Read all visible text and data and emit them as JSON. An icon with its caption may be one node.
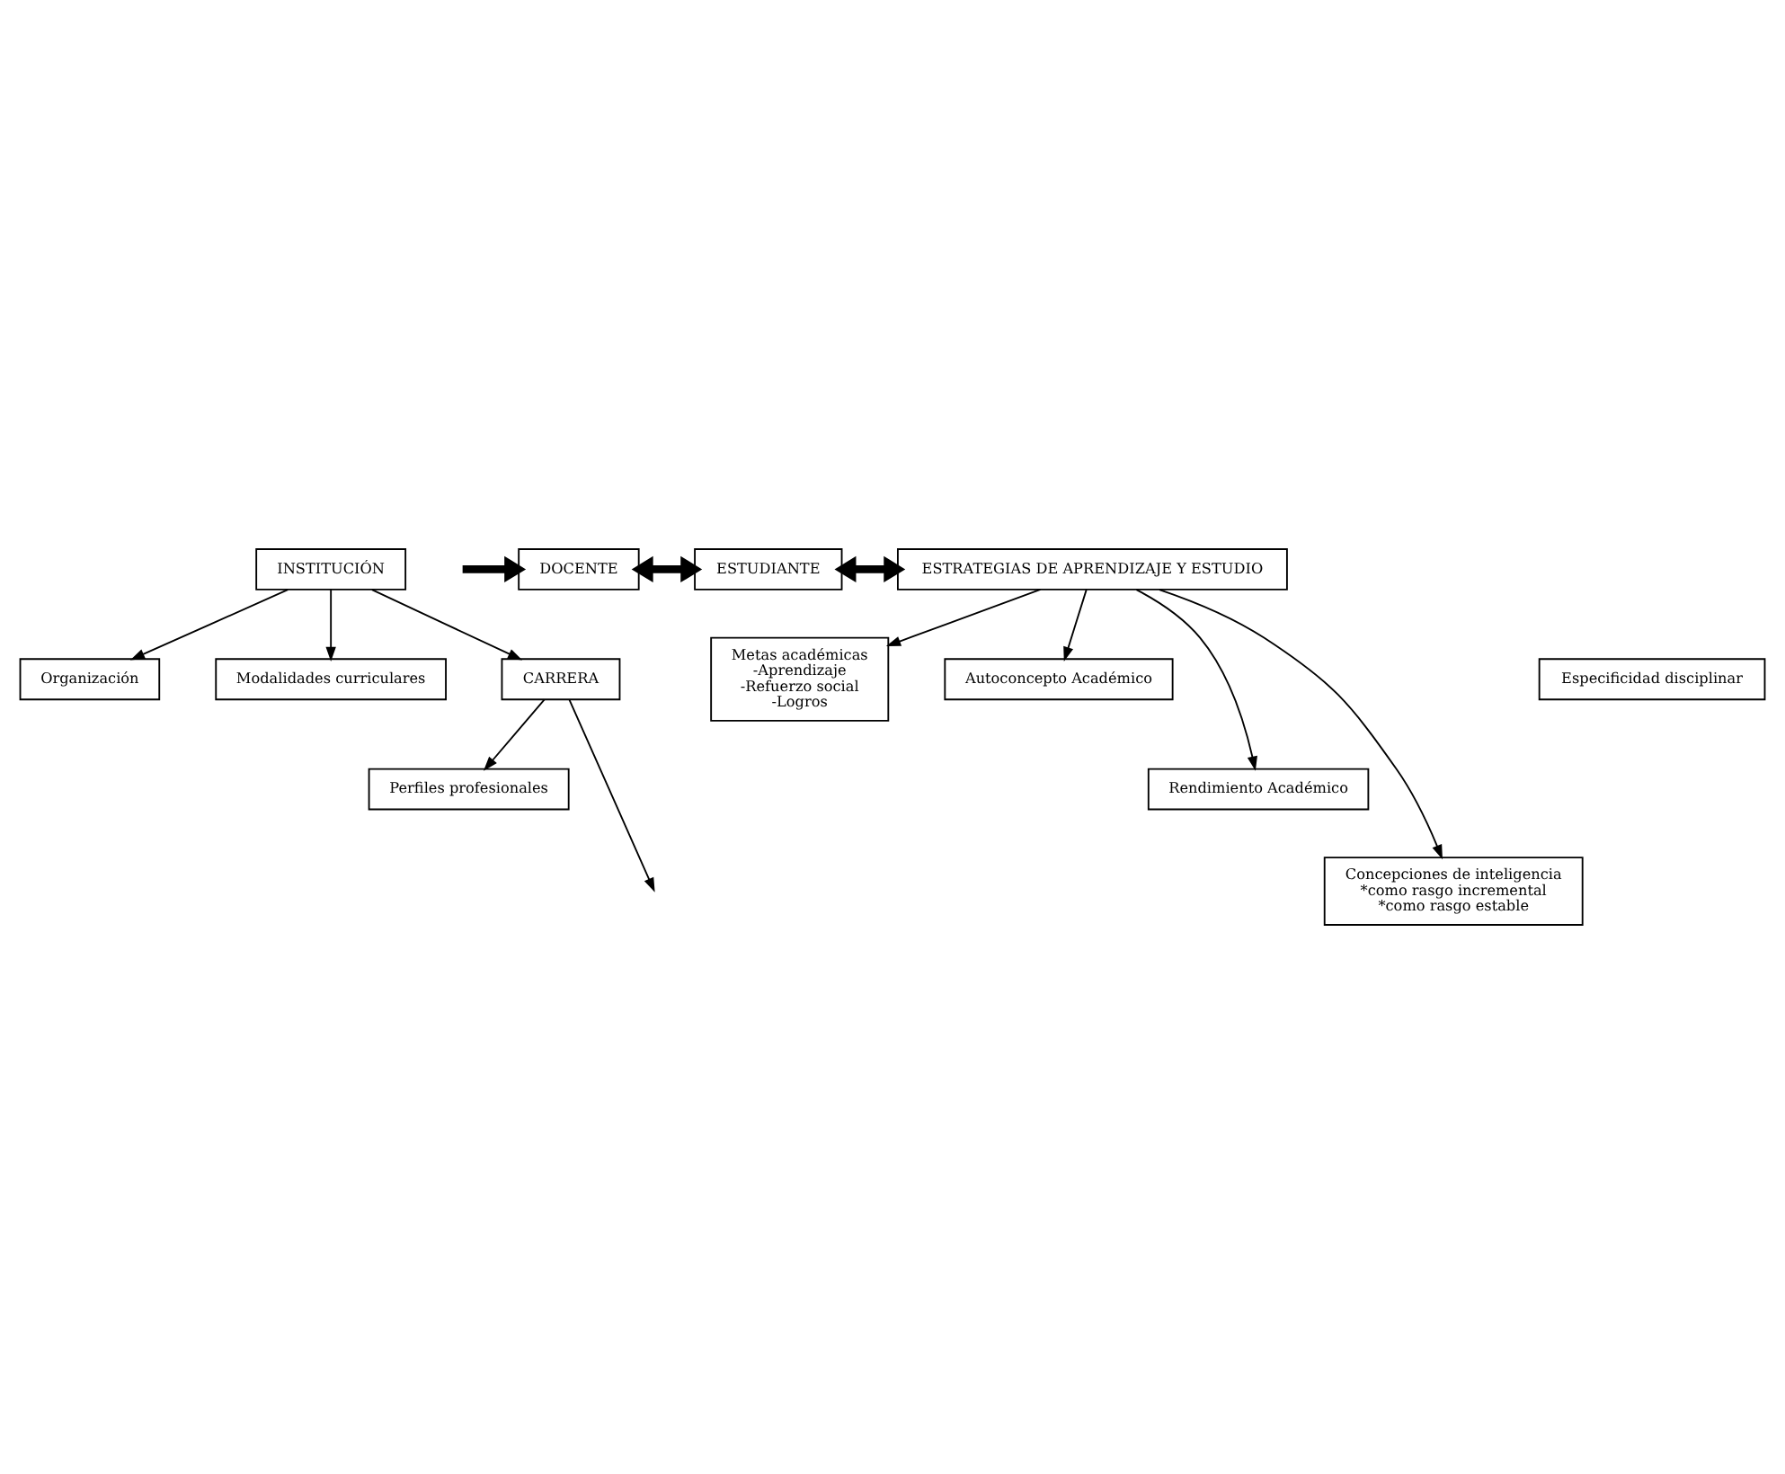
{
  "diagram": {
    "nodes": [
      {
        "text": [
          "INSTITUCIÓN"
        ]
      },
      {
        "text": [
          "Organización"
        ]
      },
      {
        "text": [
          "Modalidades curriculares"
        ]
      },
      {
        "text": [
          "CARRERA"
        ]
      },
      {
        "text": [
          "Perfiles profesionales"
        ]
      },
      {
        "text": [
          "DOCENTE"
        ]
      },
      {
        "text": [
          "ESTUDIANTE"
        ]
      },
      {
        "text": [
          "ESTRATEGIAS DE APRENDIZAJE Y ESTUDIO"
        ]
      },
      {
        "text": [
          "Metas académicas",
          "-Aprendizaje",
          "-Refuerzo social",
          "-Logros"
        ]
      },
      {
        "text": [
          "Especificidad disciplinar"
        ]
      },
      {
        "text": [
          "Autoconcepto Académico"
        ]
      },
      {
        "text": [
          "Rendimiento Académico"
        ]
      },
      {
        "text": [
          "Concepciones de inteligencia",
          "*como rasgo incremental",
          "*como rasgo estable"
        ]
      }
    ],
    "edges": [
      {
        "from": 0,
        "to": 1,
        "arrow": "to"
      },
      {
        "from": 0,
        "to": 2,
        "arrow": "to"
      },
      {
        "from": 0,
        "to": 3,
        "arrow": "to"
      },
      {
        "from": 3,
        "to": 4,
        "arrow": "to"
      },
      {
        "from": 3,
        "to": null,
        "arrow": "to"
      },
      {
        "from": null,
        "to": 5,
        "arrow": "to",
        "style": "thick"
      },
      {
        "from": 5,
        "to": 6,
        "arrow": "both",
        "style": "thick"
      },
      {
        "from": 6,
        "to": 7,
        "arrow": "both",
        "style": "thick"
      },
      {
        "from": 7,
        "to": 8,
        "arrow": "to"
      },
      {
        "from": 7,
        "to": 11,
        "arrow": "to"
      },
      {
        "from": 7,
        "to": 12,
        "arrow": "to"
      },
      {
        "from": 7,
        "to": 10,
        "arrow": "to"
      }
    ]
  }
}
